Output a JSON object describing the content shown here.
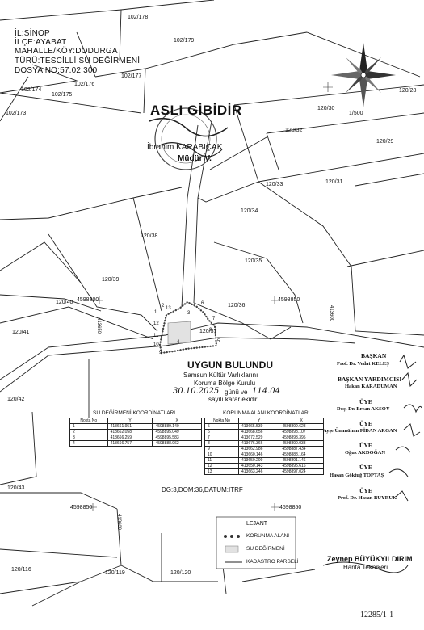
{
  "header": {
    "il": "İL:SİNOP",
    "ilce": "İLÇE:AYABAT",
    "mahalle": "MAHALLE/KÖY:DODURGA",
    "turu": "TÜRÜ:TESCİLLİ SU DEĞİRMENİ",
    "dosya": "DOSYA NO:57.02.300"
  },
  "scale": "1/500",
  "stamp": {
    "title": "ASLI GİBİDİR",
    "name": "İbrahim KARABIÇAK",
    "role": "Müdür V."
  },
  "parcels": [
    "102/178",
    "102/179",
    "102/177",
    "102/176",
    "102/175",
    "102/174",
    "102/173",
    "120/28",
    "120/30",
    "120/32",
    "120/29",
    "120/33",
    "120/31",
    "120/34",
    "120/38",
    "120/35",
    "120/39",
    "120/40",
    "120/36",
    "120/37",
    "120/41",
    "120/42",
    "120/43",
    "120/116",
    "120/119",
    "120/120"
  ],
  "grid": {
    "x1": "4598800",
    "x2": "4598850",
    "x3": "4598850",
    "x4": "4598850",
    "y1": "413650",
    "y2": "413600",
    "y3": "413600"
  },
  "point_numbers": [
    "1",
    "2",
    "3",
    "4",
    "5",
    "6",
    "7",
    "8",
    "9",
    "10",
    "11",
    "12",
    "13"
  ],
  "decision": {
    "title": "UYGUN BULUNDU",
    "line1": "Samsun Kültür Varlıklarını",
    "line2": "Koruma Bölge Kurulu",
    "line3_pre": "günü ve",
    "date_hand": "30.10.2025",
    "no_hand": "114.04",
    "line4": "sayılı karar ekidir."
  },
  "mill_table": {
    "title": "SU DEĞİRMENİ KOORDİNATLARI",
    "headers": [
      "Nokta No",
      "Y",
      "X"
    ],
    "rows": [
      [
        "1",
        "413661.951",
        "4598889.140"
      ],
      [
        "2",
        "413662.058",
        "4598895.049"
      ],
      [
        "3",
        "413666.259",
        "4598895.583"
      ],
      [
        "4",
        "413666.757",
        "4598888.962"
      ]
    ]
  },
  "protect_table": {
    "title": "KORUNMA ALANI KOORDİNATLARI",
    "headers": [
      "Nokta No",
      "Y",
      "X"
    ],
    "rows": [
      [
        "5",
        "413665.539",
        "4598899.628"
      ],
      [
        "6",
        "413668.656",
        "4598898.107"
      ],
      [
        "7",
        "413672.529",
        "4598893.395"
      ],
      [
        "8",
        "413676.366",
        "4598890.033"
      ],
      [
        "9",
        "413662.986",
        "4598887.434"
      ],
      [
        "10",
        "413660.146",
        "4598888.164"
      ],
      [
        "11",
        "413650.299",
        "4598891.146"
      ],
      [
        "12",
        "413650.143",
        "4598895.616"
      ],
      [
        "13",
        "413663.246",
        "4598897.024"
      ]
    ]
  },
  "datum": "DG:3,DOM:36,DATUM:ITRF",
  "legend": {
    "title": "LEJANT",
    "items": [
      "KORUNMA ALANI",
      "SU DEĞİRMENİ",
      "KADASTRO PARSELİ"
    ]
  },
  "board": [
    {
      "role": "BAŞKAN",
      "name": "Prof. Dr. Vedat KELEŞ"
    },
    {
      "role": "BAŞKAN YARDIMCISI",
      "name": "Hakan KARADUMAN"
    },
    {
      "role": "ÜYE",
      "name": "Doç. Dr. Ercan AKSOY"
    },
    {
      "role": "ÜYE",
      "name": "Ayşe Ümmühan FİDAN ARGAN"
    },
    {
      "role": "ÜYE",
      "name": "Oğuz AKDOĞAN"
    },
    {
      "role": "ÜYE",
      "name": "Hasan Göktuğ TOPTAŞ"
    },
    {
      "role": "ÜYE",
      "name": "Prof. Dr. Hasan BUYRUK"
    }
  ],
  "signature_stamp": {
    "name": "Zeynep BÜYÜKYILDIRIM",
    "role": "Harita Teknikeri"
  },
  "footer_code": "12285/1-1"
}
